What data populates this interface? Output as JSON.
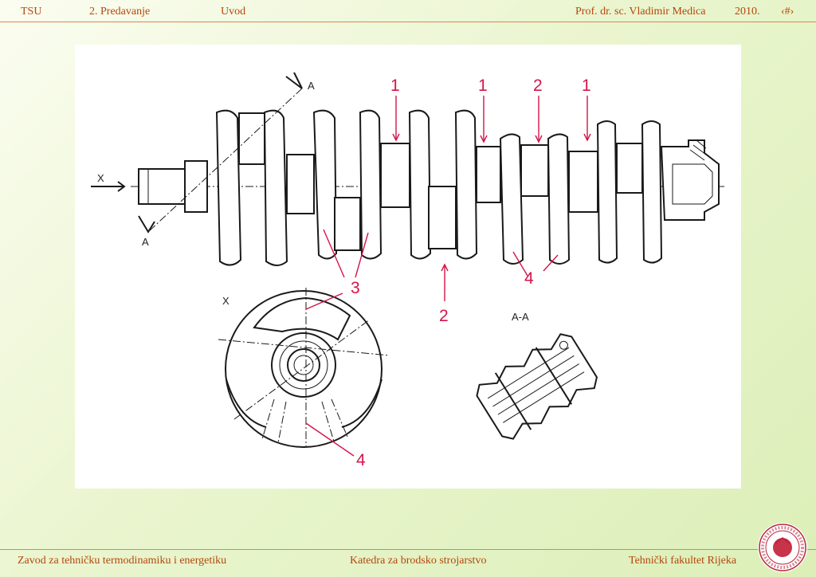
{
  "header": {
    "org": "TSU",
    "lecture": "2. Predavanje",
    "topic": "Uvod",
    "author": "Prof. dr. sc. Vladimir Medica",
    "year": "2010.",
    "page": "‹#›"
  },
  "footer": {
    "left": "Zavod za tehničku termodinamiku i energetiku",
    "center": "Katedra za brodsko strojarstvo",
    "right": "Tehnički fakultet Rijeka"
  },
  "figure": {
    "labels": {
      "main_1a": "1",
      "main_1b": "1",
      "rod_2_top": "2",
      "main_1c": "1",
      "rod_2_bottom": "2",
      "web_3": "3",
      "web_4_side": "4",
      "web_4_end": "4",
      "view_x_axis": "X",
      "view_x_end": "X",
      "section_a_top": "A",
      "section_a_bottom": "A",
      "section_title": "A-A"
    }
  },
  "colors": {
    "accent_text": "#b5460b",
    "rule_line": "#d9894a",
    "callout": "#d4144a"
  },
  "logo": {
    "icon": "university-seal-icon"
  }
}
